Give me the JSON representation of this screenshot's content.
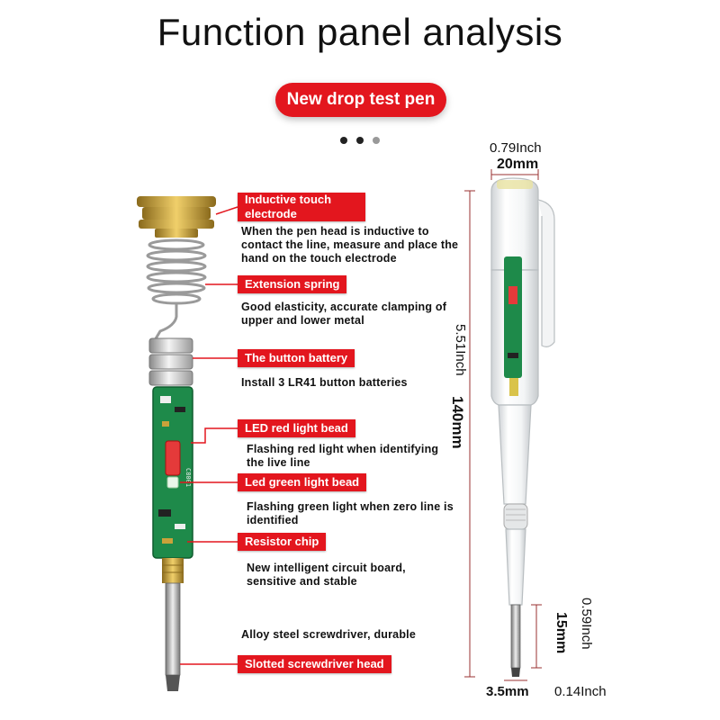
{
  "title": "Function panel analysis",
  "badge": "New drop test pen",
  "carousel_dots": [
    "#222222",
    "#222222",
    "#999999"
  ],
  "features": [
    {
      "label": "Inductive touch electrode",
      "description": "When the pen head is inductive to contact the line, measure and place the hand on the touch electrode"
    },
    {
      "label": "Extension spring",
      "description": "Good elasticity, accurate clamping of upper and lower metal"
    },
    {
      "label": "The button battery",
      "description": "Install 3 LR41 button batteries"
    },
    {
      "label": "LED red light bead",
      "description": "Flashing red light when identifying the live line"
    },
    {
      "label": "Led green light bead",
      "description": "Flashing green light when zero line is identified"
    },
    {
      "label": "Resistor chip",
      "description": "New intelligent circuit board, sensitive and stable"
    },
    {
      "label": "Slotted screwdriver head",
      "description": "Alloy steel screwdriver, durable"
    }
  ],
  "dimensions": {
    "width_inch": "0.79Inch",
    "width_mm": "20mm",
    "length_inch": "5.51Inch",
    "length_mm": "140mm",
    "tip_length_inch": "0.59Inch",
    "tip_length_mm": "15mm",
    "tip_width_mm": "3.5mm",
    "tip_width_inch": "0.14Inch"
  },
  "colors": {
    "accent": "#e3161e",
    "pcb": "#1e8a4a",
    "brass": "#c9a23a"
  }
}
